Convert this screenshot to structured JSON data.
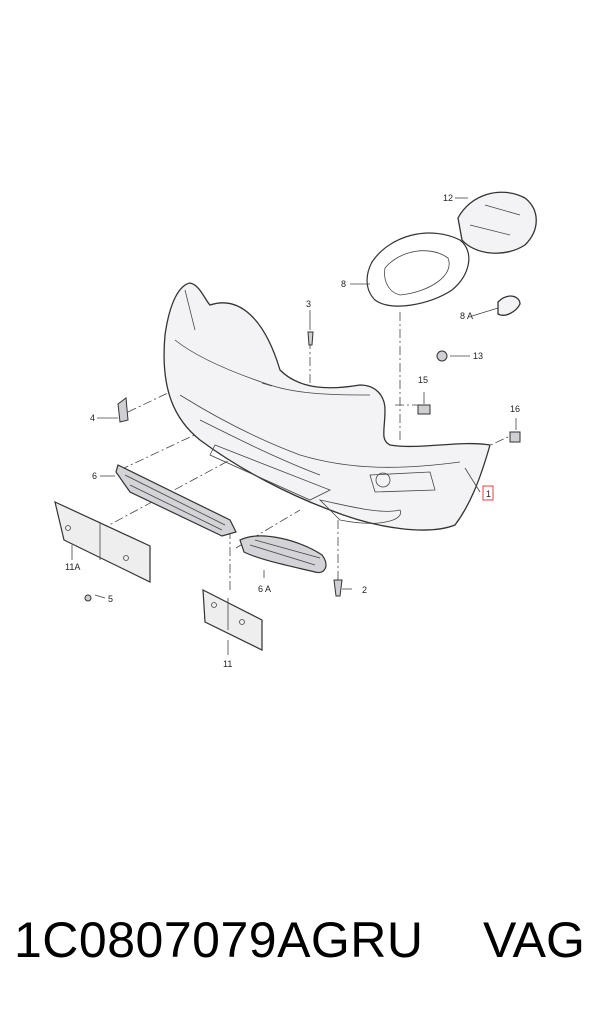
{
  "diagram": {
    "callouts": {
      "c1": "1",
      "c2": "2",
      "c3": "3",
      "c4": "4",
      "c5": "5",
      "c6": "6",
      "c6a": "6 A",
      "c8": "8",
      "c8a": "8 A",
      "c11": "11",
      "c11a": "11A",
      "c12": "12",
      "c13": "13",
      "c15": "15",
      "c16": "16"
    }
  },
  "footer": {
    "part_number": "1C0807079AGRU",
    "brand": "VAG"
  }
}
